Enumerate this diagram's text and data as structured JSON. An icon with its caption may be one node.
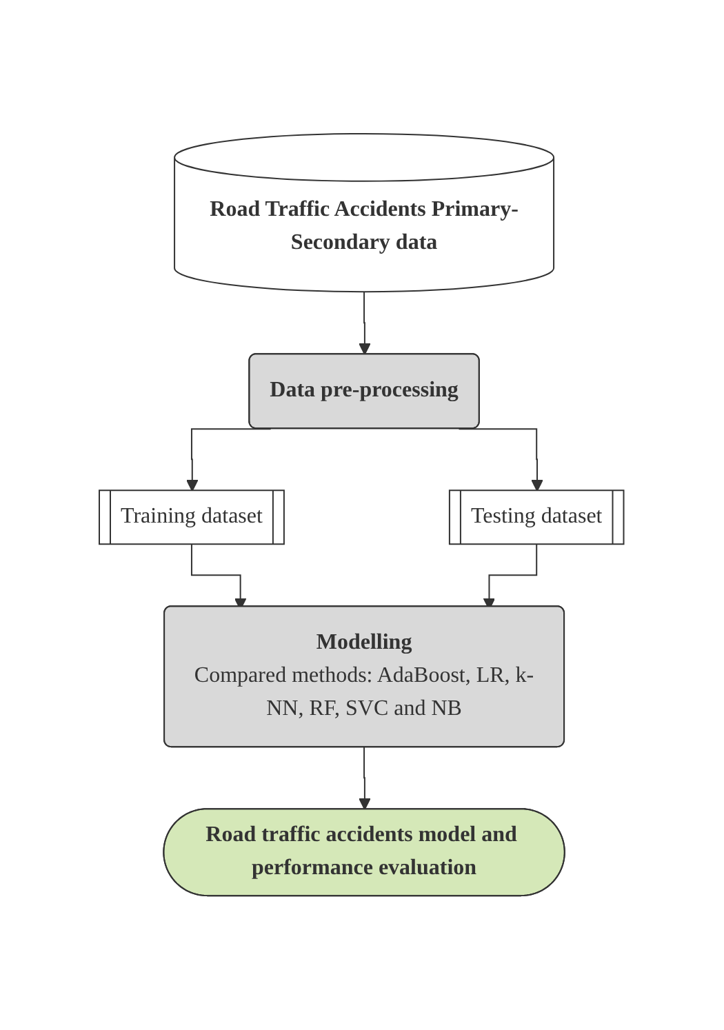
{
  "diagram": {
    "nodes": [
      {
        "text": [
          "Road Traffic Accidents Primary-Secondary data"
        ]
      },
      {
        "text": [
          "Data pre-processing"
        ]
      },
      {
        "text": [
          "Training dataset"
        ]
      },
      {
        "text": [
          "Testing dataset"
        ]
      },
      {
        "text": [
          "Modelling",
          "Compared methods: AdaBoost, LR, k-NN, RF, SVC and NB"
        ]
      },
      {
        "text": [
          "Road traffic accidents model and performance evaluation"
        ]
      }
    ],
    "edges": [
      {
        "from": 0,
        "to": 1,
        "arrow": "to"
      },
      {
        "from": 1,
        "to": 2,
        "arrow": "to"
      },
      {
        "from": 1,
        "to": 3,
        "arrow": "to"
      },
      {
        "from": 2,
        "to": 4,
        "arrow": "to"
      },
      {
        "from": 3,
        "to": 4,
        "arrow": "to"
      },
      {
        "from": 4,
        "to": 5,
        "arrow": "to"
      }
    ]
  }
}
